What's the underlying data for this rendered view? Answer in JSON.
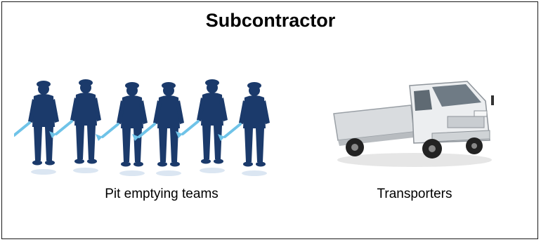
{
  "title": "Subcontractor",
  "items": [
    {
      "label": "Pit emptying teams",
      "icon": "worker-silhouettes-illustration"
    },
    {
      "label": "Transporters",
      "icon": "flatbed-truck-illustration"
    }
  ],
  "colors": {
    "silhouette": "#1b3a6b",
    "shovel": "#6fc3e8",
    "truck_body": "#e8eaec"
  }
}
